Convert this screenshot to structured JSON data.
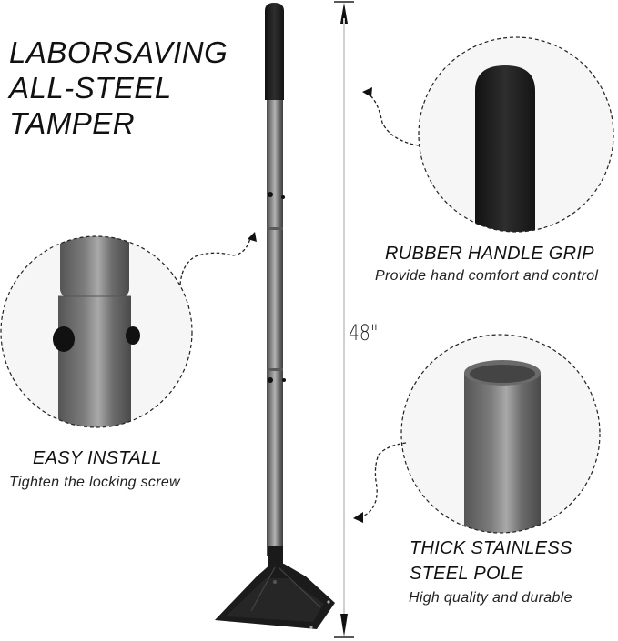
{
  "title": {
    "lines": [
      "LABORSAVING",
      "ALL-STEEL",
      "TAMPER"
    ]
  },
  "measurement": {
    "label": "48\""
  },
  "features": [
    {
      "heading": "RUBBER HANDLE GRIP",
      "subtitle": "Provide hand comfort and control",
      "detail_image": "rubber-handle-grip-closeup"
    },
    {
      "heading": "EASY INSTALL",
      "subtitle": "Tighten the locking screw",
      "detail_image": "locking-screw-joint-closeup"
    },
    {
      "heading": "THICK STAINLESS",
      "heading_line2": "STEEL POLE",
      "subtitle": "High quality and durable",
      "detail_image": "steel-pole-tube-closeup"
    }
  ],
  "colors": {
    "background": "#ffffff",
    "text": "#111111",
    "pole_gray": "#6e6e6e",
    "grip_black": "#1c1c1c",
    "base_black": "#1a1a1a",
    "dashed_line": "#222222",
    "measure_line": "#cfcfcf"
  }
}
